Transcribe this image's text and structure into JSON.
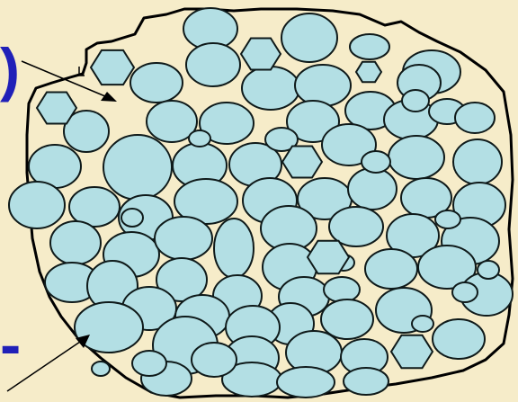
{
  "colors": {
    "background": "#f6ecc9",
    "particle_fill": "#b3dfe4",
    "particle_stroke": "#0f1a1a",
    "outline": "#000000",
    "edge_text": "#2020b8"
  },
  "edge_labels": {
    "top": ")",
    "bottom": "-"
  },
  "particles": {
    "total": 87,
    "ellipses": 80,
    "hexagons": 7
  }
}
